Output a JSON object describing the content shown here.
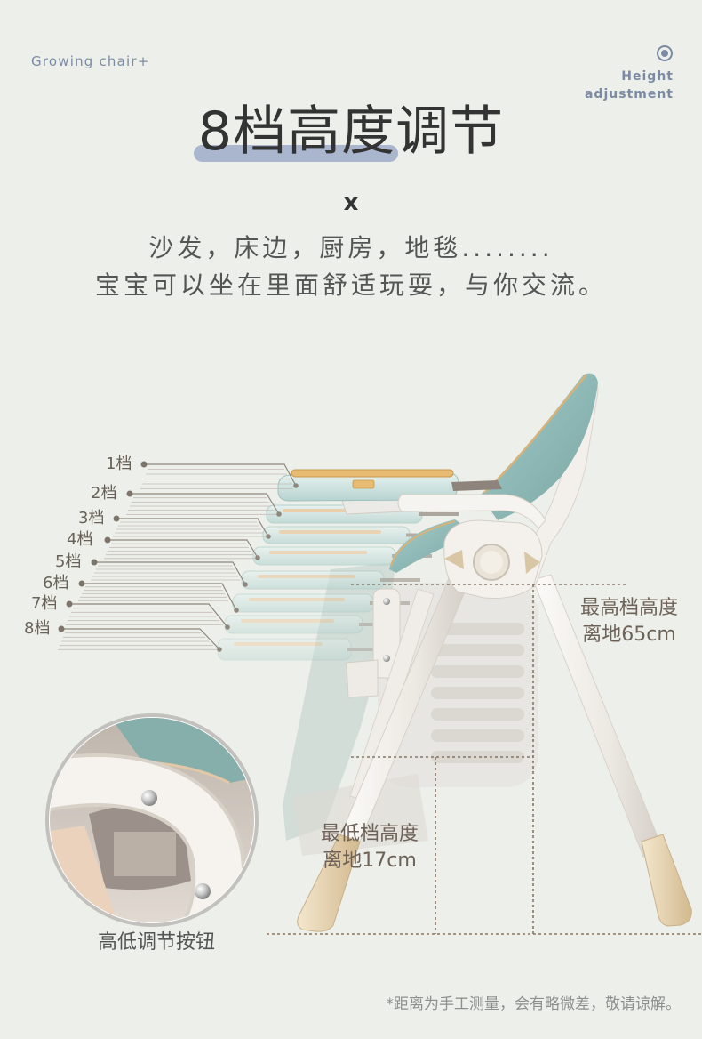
{
  "header": {
    "brand": "Growing chair+",
    "badge_icon": "radio-dot-icon",
    "badge_line1": "Height",
    "badge_line2": "adjustment"
  },
  "title": "8档高度调节",
  "separator": "x",
  "subtitle": [
    "沙发，床边，厨房，地毯........",
    "宝宝可以坐在里面舒适玩耍，与你交流。"
  ],
  "levels": [
    "1档",
    "2档",
    "3档",
    "4档",
    "5档",
    "6档",
    "7档",
    "8档"
  ],
  "measurements": {
    "highest": {
      "label": "最高档高度",
      "value": "离地65cm"
    },
    "lowest": {
      "label": "最低档高度",
      "value": "离地17cm"
    }
  },
  "inset": {
    "caption": "高低调节按钮"
  },
  "footnote": "*距离为手工测量，会有略微差，敬请谅解。",
  "colors": {
    "background": "#edf0ea",
    "brand": "#7c8ba3",
    "title": "#333333",
    "title_highlight": "#a9b6cd",
    "body_text": "#555555",
    "reference_line": "#8a7460",
    "cushion": "#8db6b3",
    "tray_rim": "#e8bb72"
  }
}
